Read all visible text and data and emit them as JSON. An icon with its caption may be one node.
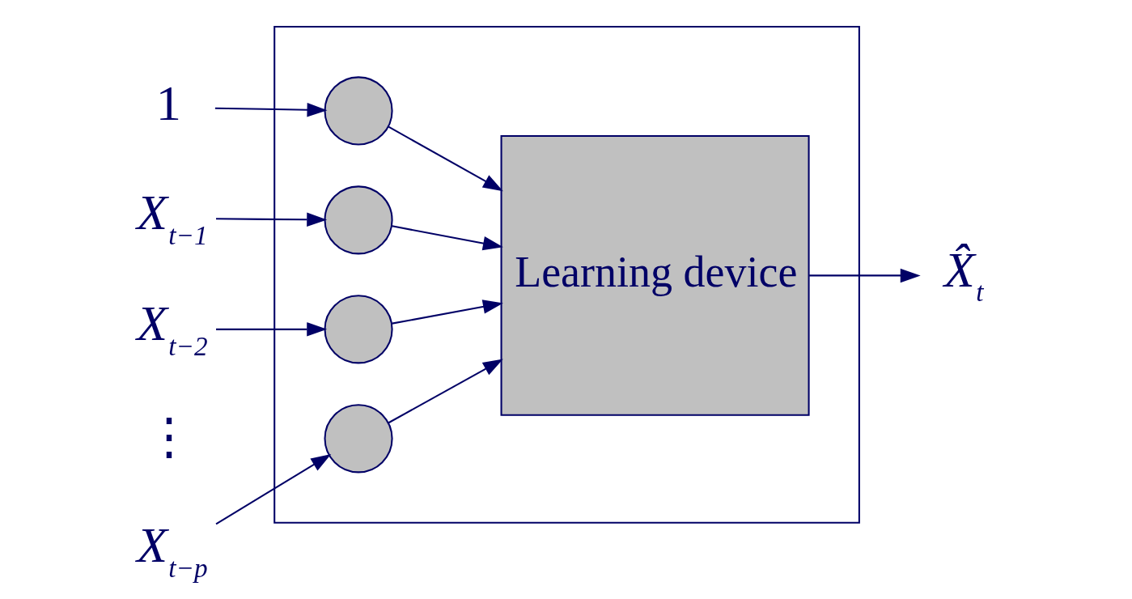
{
  "diagram": {
    "nodes": [
      {
        "text": [
          "1"
        ]
      },
      {
        "text": [
          "X$_{t−1}$"
        ]
      },
      {
        "text": [
          "X$_{t−2}$"
        ]
      },
      {
        "text": [
          "X$_{t−p}$"
        ]
      },
      {
        "text": [],
        "shape": "box"
      },
      {
        "text": [],
        "shape": "circle",
        "in": 4
      },
      {
        "text": [],
        "shape": "circle",
        "in": 4
      },
      {
        "text": [],
        "shape": "circle",
        "in": 4
      },
      {
        "text": [],
        "shape": "circle",
        "in": 4
      },
      {
        "text": [
          "Learning device"
        ],
        "in": 4
      },
      {
        "text": [
          "X̂$_{t}$"
        ]
      }
    ],
    "edges": [
      {
        "from": 0,
        "to": 5,
        "arrow": "to"
      },
      {
        "from": 1,
        "to": 6,
        "arrow": "to"
      },
      {
        "from": 2,
        "to": 7,
        "arrow": "to"
      },
      {
        "from": 3,
        "to": 8,
        "arrow": "to"
      },
      {
        "from": 5,
        "to": 9,
        "arrow": "to"
      },
      {
        "from": 6,
        "to": 9,
        "arrow": "to"
      },
      {
        "from": 7,
        "to": 9,
        "arrow": "to"
      },
      {
        "from": 8,
        "to": 9,
        "arrow": "to"
      },
      {
        "from": 9,
        "to": 10,
        "arrow": "to"
      }
    ],
    "labels": [
      "⋮"
    ]
  }
}
